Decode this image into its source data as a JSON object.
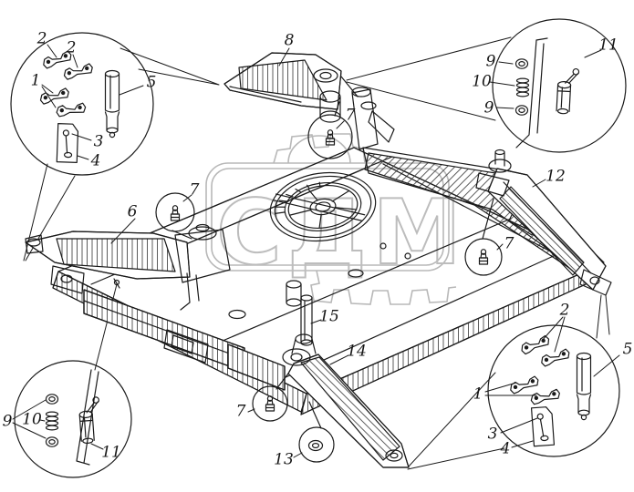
{
  "watermark": {
    "text": "СДМ"
  },
  "callouts": [
    {
      "t": "2"
    },
    {
      "t": "2"
    },
    {
      "t": "1"
    },
    {
      "t": "5"
    },
    {
      "t": "3"
    },
    {
      "t": "4"
    },
    {
      "t": "8"
    },
    {
      "t": "7"
    },
    {
      "t": "9"
    },
    {
      "t": "10"
    },
    {
      "t": "9"
    },
    {
      "t": "11"
    },
    {
      "t": "6"
    },
    {
      "t": "7"
    },
    {
      "t": "12"
    },
    {
      "t": "7"
    },
    {
      "t": "15"
    },
    {
      "t": "14"
    },
    {
      "t": "7"
    },
    {
      "t": "13"
    },
    {
      "t": "9"
    },
    {
      "t": "10"
    },
    {
      "t": "11"
    },
    {
      "t": "2"
    },
    {
      "t": "1"
    },
    {
      "t": "5"
    },
    {
      "t": "3"
    },
    {
      "t": "4"
    }
  ],
  "colors": {
    "ink": "#1a1a1a",
    "watermark_gray": "#b8b8b8",
    "paper": "#ffffff"
  }
}
